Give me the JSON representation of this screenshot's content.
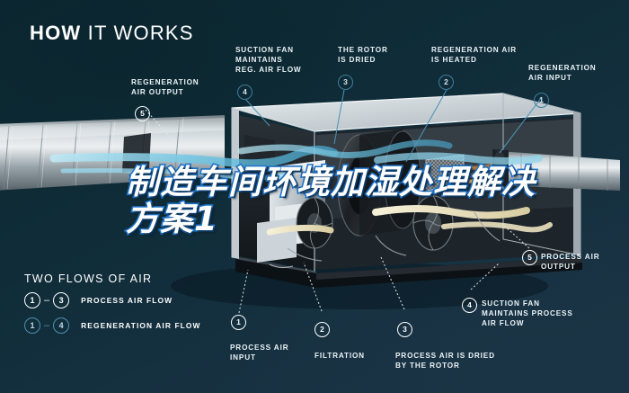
{
  "header": {
    "title_bold": "HOW",
    "title_light": " IT WORKS"
  },
  "overlay": {
    "text": "制造车间环境加湿处理解决方案1",
    "fill_color": "#ffffff",
    "stroke_color": "#1d72c8"
  },
  "colors": {
    "background_dark": "#0b2730",
    "background_light": "#1b3446",
    "text": "#ffffff",
    "accent_blue": "#4e90ae",
    "airflow_cyan": "#7fd3ea",
    "leader_line": "#3f8fb2"
  },
  "callouts": [
    {
      "id": "regeneration-air-output",
      "number": "5",
      "marker_color": "white",
      "text": "REGENERATION\nAIR OUTPUT"
    },
    {
      "id": "suction-fan-reg",
      "number": "4",
      "marker_color": "blue",
      "text": "SUCTION FAN\nMAINTAINS\nREG. AIR FLOW"
    },
    {
      "id": "rotor-is-dried",
      "number": "3",
      "marker_color": "blue",
      "text": "THE ROTOR\nIS DRIED"
    },
    {
      "id": "regeneration-air-heated",
      "number": "2",
      "marker_color": "blue",
      "text": "REGENERATION AIR\nIS HEATED"
    },
    {
      "id": "regeneration-air-input",
      "number": "1",
      "marker_color": "blue",
      "text": "REGENERATION\nAIR INPUT"
    },
    {
      "id": "process-air-output",
      "number": "5",
      "marker_color": "white",
      "text": "PROCESS AIR\nOUTPUT"
    },
    {
      "id": "suction-fan-process",
      "number": "4",
      "marker_color": "white",
      "text": "SUCTION FAN\nMAINTAINS PROCESS\nAIR FLOW"
    },
    {
      "id": "process-air-input",
      "number": "1",
      "marker_color": "white",
      "text": "PROCESS AIR\nINPUT"
    },
    {
      "id": "filtration",
      "number": "2",
      "marker_color": "white",
      "text": "FILTRATION"
    },
    {
      "id": "process-air-dried",
      "number": "3",
      "marker_color": "white",
      "text": "PROCESS AIR IS DRIED\nBY THE ROTOR"
    }
  ],
  "legend": {
    "title": "TWO FLOWS OF AIR",
    "rows": [
      {
        "from": "1",
        "dash": "–",
        "to": "3",
        "label": "PROCESS AIR FLOW",
        "style": "white"
      },
      {
        "from": "1",
        "dash": "–",
        "to": "4",
        "label": "REGENERATION AIR FLOW",
        "style": "blue"
      }
    ]
  }
}
